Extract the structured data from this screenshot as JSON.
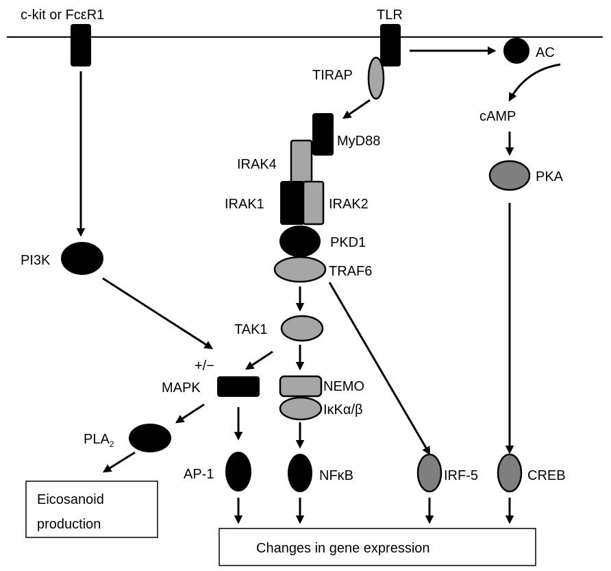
{
  "labels": {
    "ckit": "c-kit or FcεR1",
    "tlr": "TLR",
    "ac": "AC",
    "tirap": "TIRAP",
    "myd88": "MyD88",
    "camp": "cAMP",
    "irak4": "IRAK4",
    "pka": "PKA",
    "irak1": "IRAK1",
    "irak2": "IRAK2",
    "pkd1": "PKD1",
    "pi3k": "PI3K",
    "traf6": "TRAF6",
    "tak1": "TAK1",
    "plusminus": "+/−",
    "mapk": "MAPK",
    "nemo": "NEMO",
    "ikk": "IκKα/β",
    "pla2": "PLA",
    "pla2_sub": "2",
    "ap1": "AP-1",
    "nfkb": "NFκB",
    "irf5": "IRF-5",
    "creb": "CREB",
    "eicosanoid_line1": "Eicosanoid",
    "eicosanoid_line2": "production",
    "gene_expression": "Changes in gene expression"
  }
}
